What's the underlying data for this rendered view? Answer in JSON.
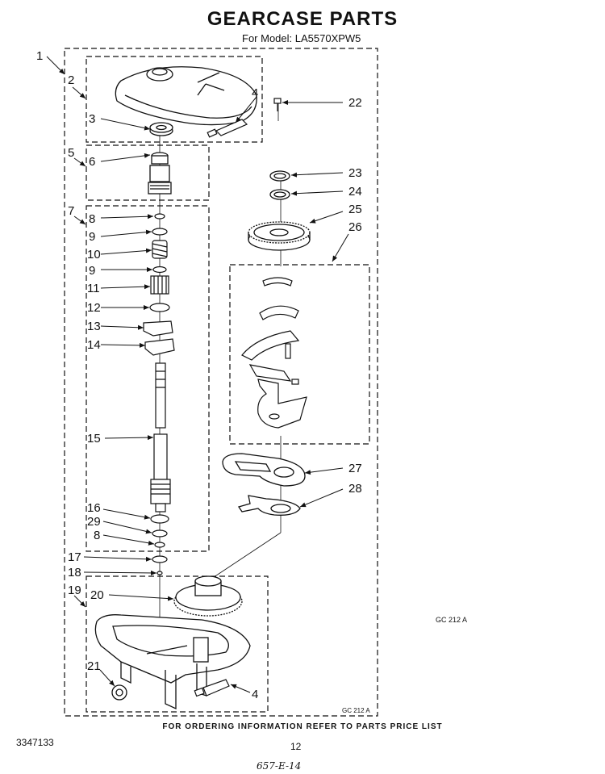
{
  "header": {
    "title": "GEARCASE PARTS",
    "subtitle": "For Model: LA5570XPW5"
  },
  "footer": {
    "note": "FOR ORDERING INFORMATION REFER TO PARTS PRICE LIST",
    "doc_number": "3347133",
    "page_number": "12",
    "handwritten": "657-E-14"
  },
  "codes": {
    "side": "GC 212 A",
    "frame": "GC 212 A"
  },
  "callouts": {
    "c1": "1",
    "c2": "2",
    "c3": "3",
    "c4a": "4",
    "c4b": "4",
    "c5": "5",
    "c6": "6",
    "c7": "7",
    "c8a": "8",
    "c8b": "8",
    "c9a": "9",
    "c9b": "9",
    "c10": "10",
    "c11": "11",
    "c12": "12",
    "c13": "13",
    "c14": "14",
    "c15": "15",
    "c16": "16",
    "c17": "17",
    "c18": "18",
    "c19": "19",
    "c20": "20",
    "c21": "21",
    "c22": "22",
    "c23": "23",
    "c24": "24",
    "c25": "25",
    "c26": "26",
    "c27": "27",
    "c28": "28",
    "c29": "29"
  }
}
